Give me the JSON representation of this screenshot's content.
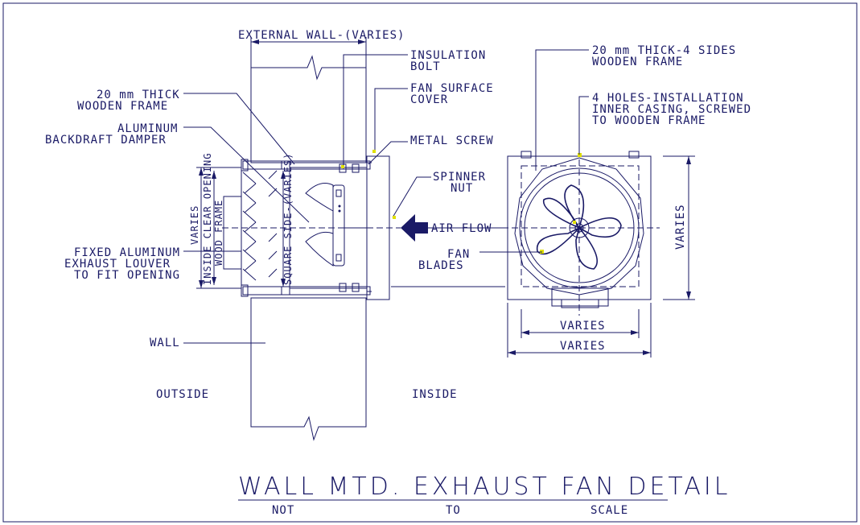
{
  "title": "WALL MTD. EXHAUST FAN DETAIL",
  "subtitle": [
    "NOT",
    "TO",
    "SCALE"
  ],
  "labels": {
    "external_wall": "EXTERNAL WALL-(VARIES)",
    "insulation_bolt_1": "INSULATION",
    "insulation_bolt_2": "BOLT",
    "fan_surface_cover_1": "FAN SURFACE",
    "fan_surface_cover_2": "COVER",
    "metal_screw": "METAL SCREW",
    "spinner_nut_1": "SPINNER",
    "spinner_nut_2": "NUT",
    "air_flow": "AIR FLOW",
    "fan_blades_1": "FAN",
    "fan_blades_2": "BLADES",
    "wooden_frame_1": "20 mm THICK",
    "wooden_frame_2": "WOODEN FRAME",
    "damper_1": "ALUMINUM",
    "damper_2": "BACKDRAFT DAMPER",
    "louver_1": "FIXED ALUMINUM",
    "louver_2": "EXHAUST LOUVER",
    "louver_3": "TO FIT OPENING",
    "wall": "WALL",
    "outside": "OUTSIDE",
    "inside": "INSIDE",
    "varies_left": "VARIES",
    "clear_opening_1": "INSIDE CLEAR OPENING",
    "clear_opening_2": "WOOD FRAME",
    "square_side": "SQUARE SIDE-(VARIES)",
    "frame4_1": "20 mm THICK-4 SIDES",
    "frame4_2": "WOODEN FRAME",
    "holes_1": "4 HOLES-INSTALLATION",
    "holes_2": "INNER CASING, SCREWED",
    "holes_3": "TO WOODEN FRAME",
    "varies_right": "VARIES",
    "varies_bottom_1": "VARIES",
    "varies_bottom_2": "VARIES"
  }
}
